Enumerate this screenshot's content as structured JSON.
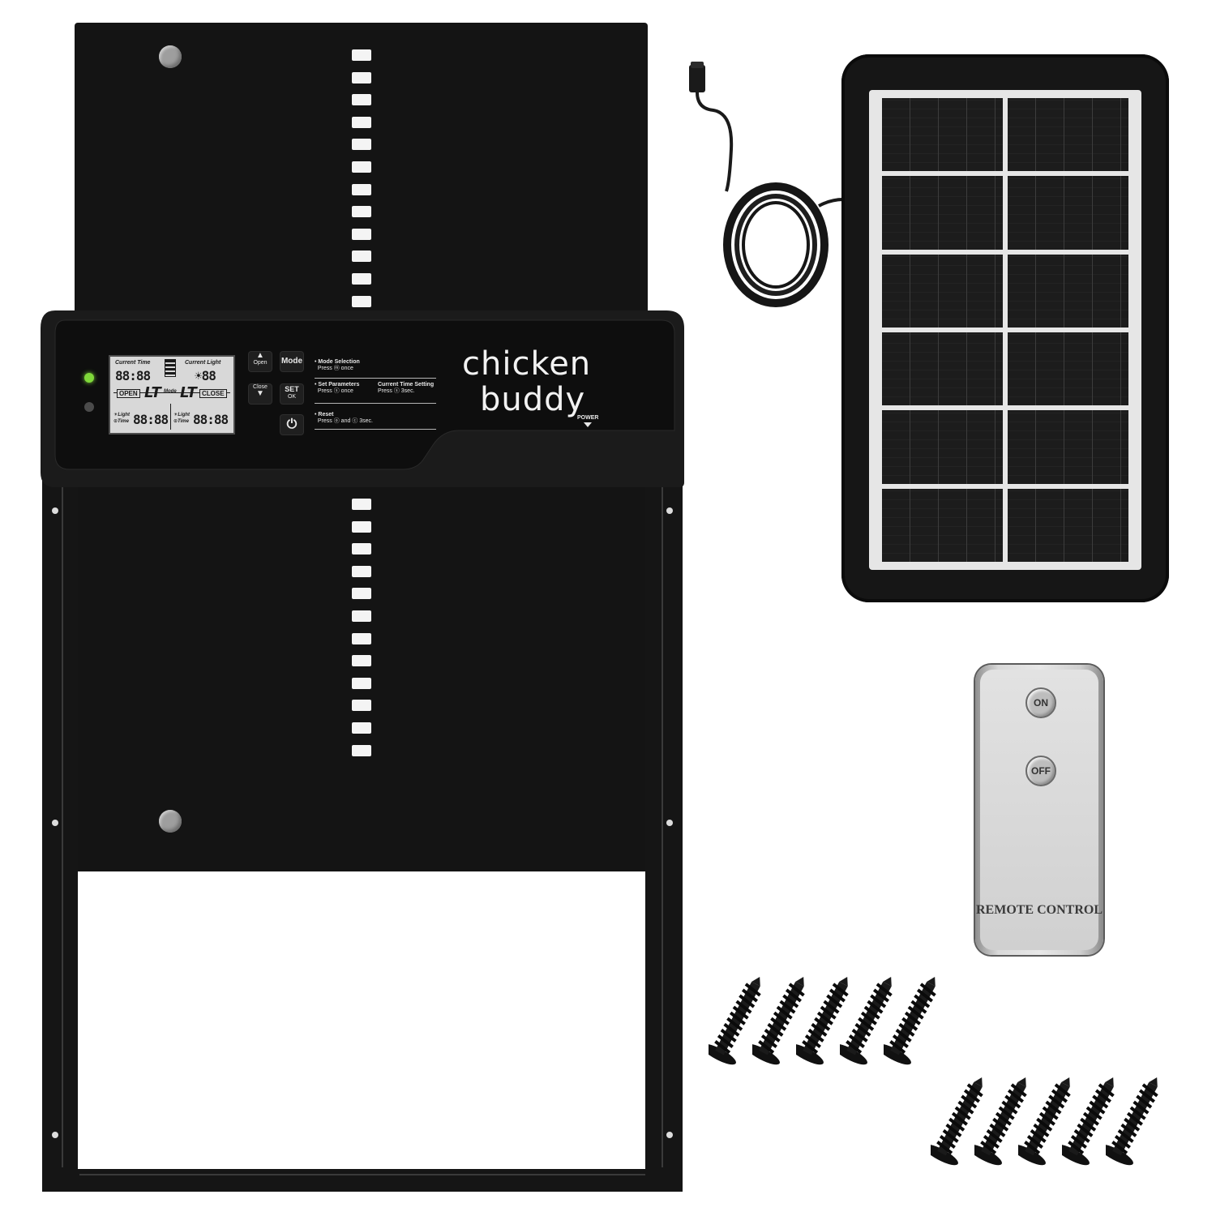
{
  "product": {
    "brand_line1": "chicken",
    "brand_line2": "buddy",
    "power_label": "POWER"
  },
  "lcd": {
    "current_time_label": "Current Time",
    "current_light_label": "Current Light",
    "current_time_value": "88:88",
    "current_light_value": "☀88",
    "open_tag": "OPEN",
    "close_tag": "CLOSE",
    "mode_left": "LT",
    "mode_right": "LT",
    "mode_label": "Mode",
    "left_light_label": "☀Light",
    "left_time_label": "⊙Time",
    "left_value": "88:88",
    "right_light_label": "☀Light",
    "right_time_label": "⊙Time",
    "right_value": "88:88"
  },
  "buttons": {
    "open": "Open",
    "close": "Close",
    "mode": "Mode",
    "set_line1": "SET",
    "set_line2": "OK"
  },
  "instructions": {
    "mode_selection_title": "Mode Selection",
    "mode_selection_body": "Press ⓜ once",
    "set_parameters_title": "Set Parameters",
    "set_parameters_body": "Press ⓢ once",
    "current_time_title": "Current Time Setting",
    "current_time_body": "Press ⓢ 3sec.",
    "reset_title": "Reset",
    "reset_body": "Press ⓞ and ⓒ 3sec."
  },
  "remote": {
    "on_label": "ON",
    "off_label": "OFF",
    "caption": "REMOTE CONTROL"
  },
  "colors": {
    "door": "#141414",
    "led_on": "#7fd83a",
    "lcd_bg": "#d8d8d8",
    "solar_frame": "#161616"
  }
}
